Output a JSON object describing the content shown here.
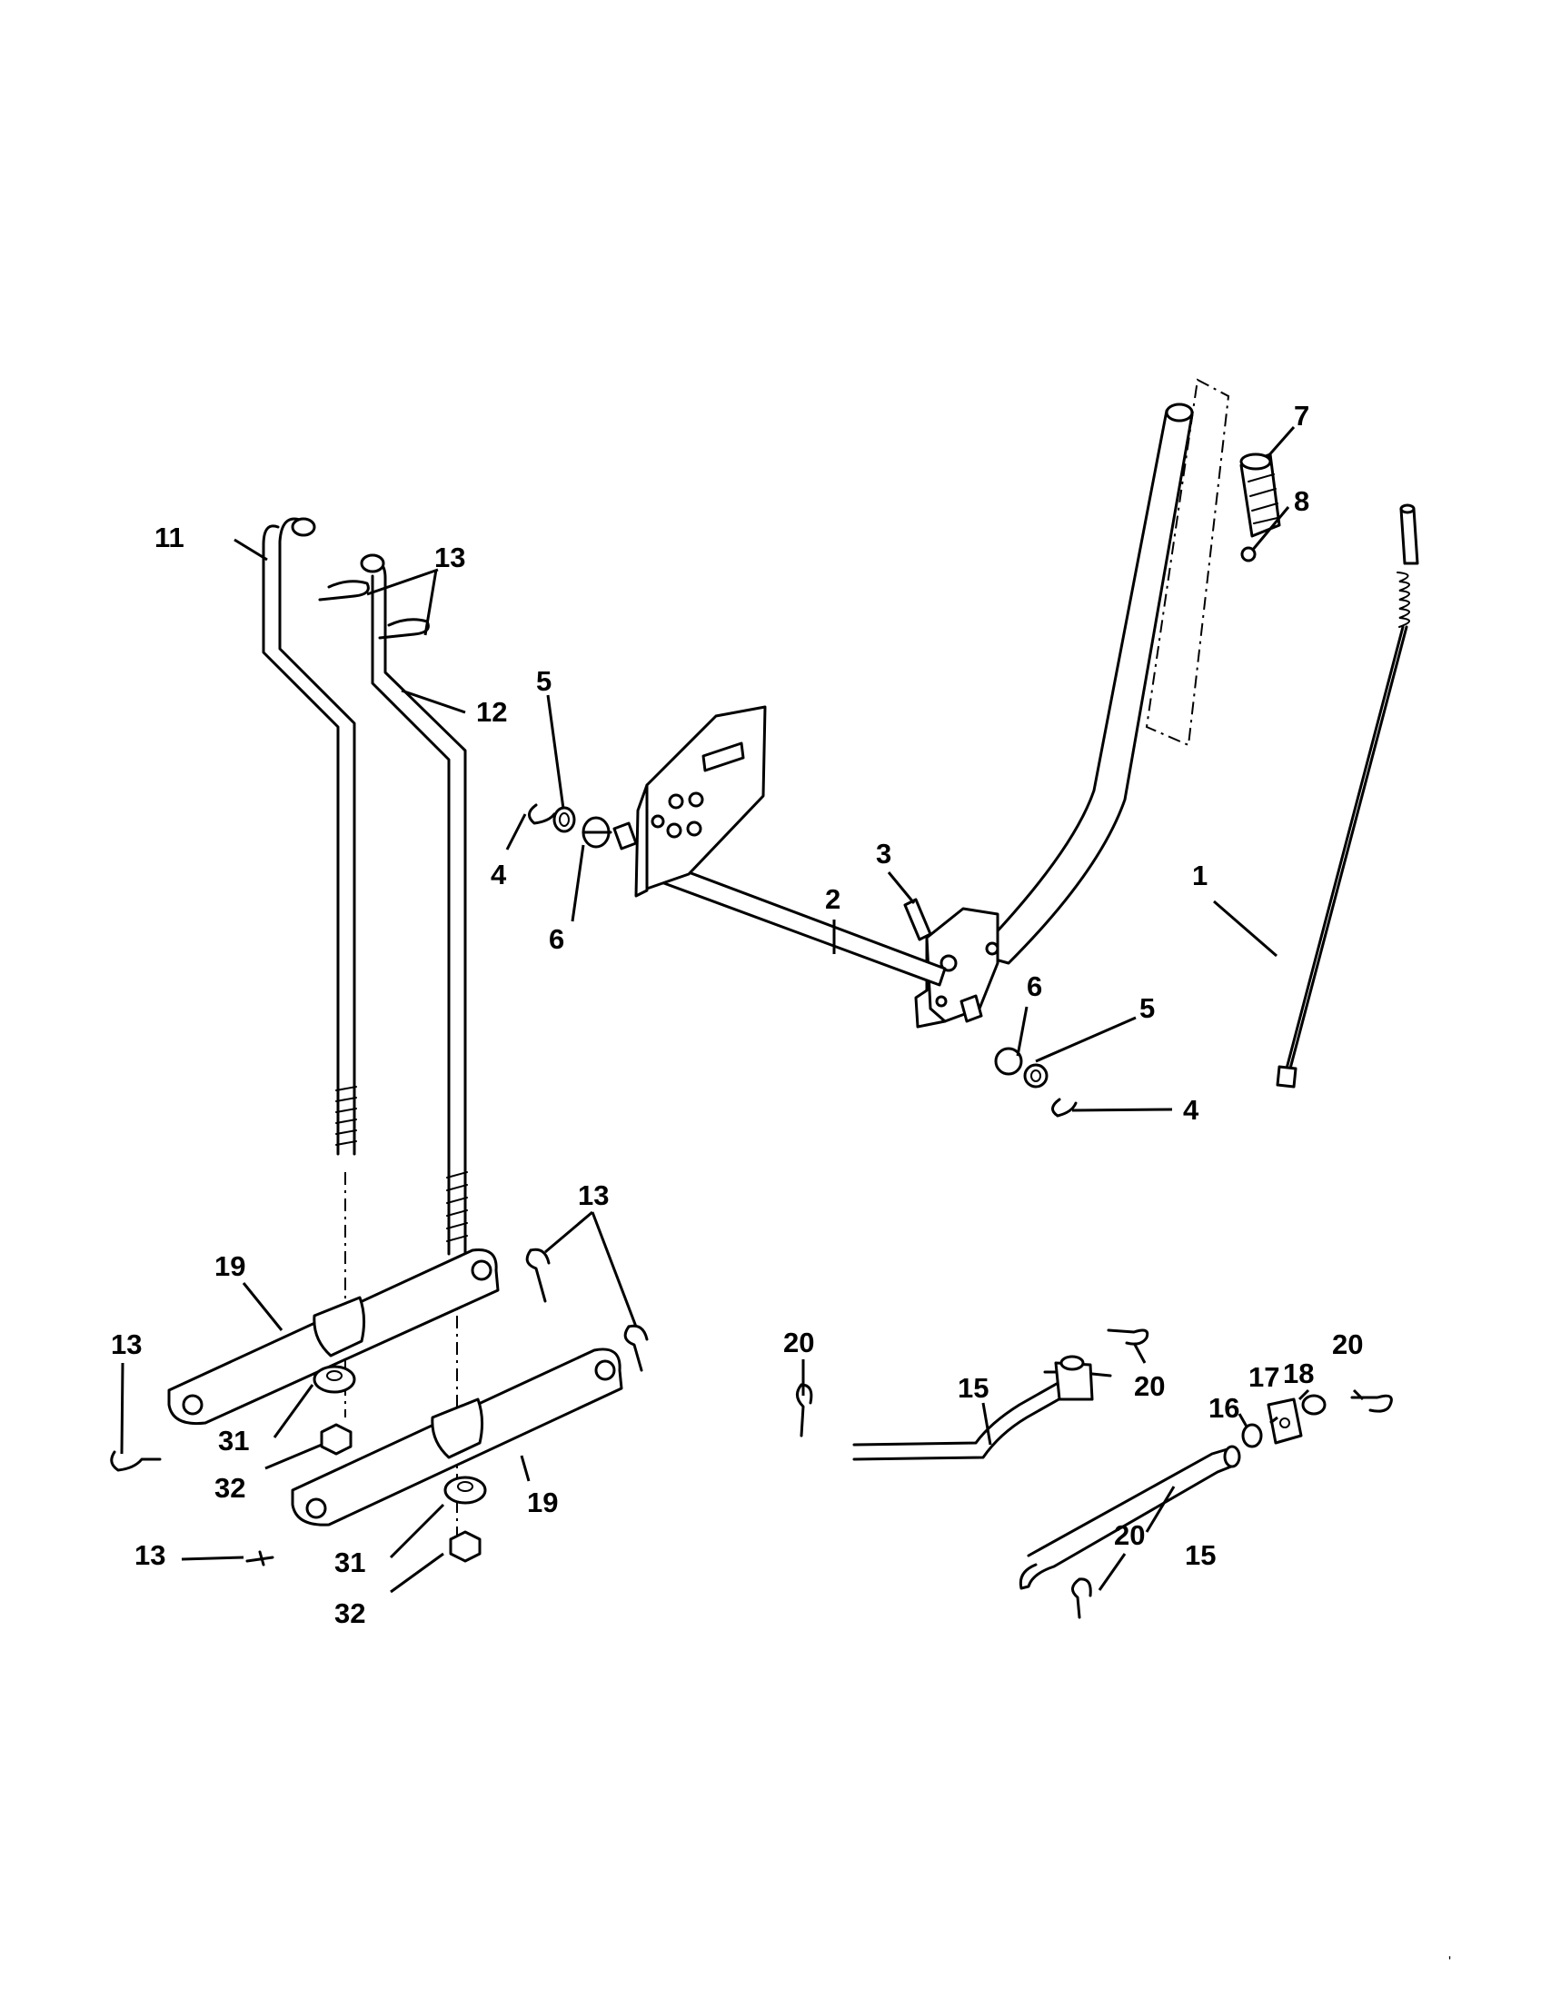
{
  "callouts": {
    "c1": "1",
    "c2": "2",
    "c3": "3",
    "c4a": "4",
    "c4b": "4",
    "c5a": "5",
    "c5b": "5",
    "c6a": "6",
    "c6b": "6",
    "c7": "7",
    "c8": "8",
    "c11": "11",
    "c12": "12",
    "c13a": "13",
    "c13b": "13",
    "c13c": "13",
    "c13d": "13",
    "c15a": "15",
    "c15b": "15",
    "c16": "16",
    "c17": "17",
    "c18": "18",
    "c19a": "19",
    "c19b": "19",
    "c20a": "20",
    "c20b": "20",
    "c20c": "20",
    "c20d": "20",
    "c31a": "31",
    "c31b": "31",
    "c32a": "32",
    "c32b": "32"
  },
  "corner_mark": "'"
}
